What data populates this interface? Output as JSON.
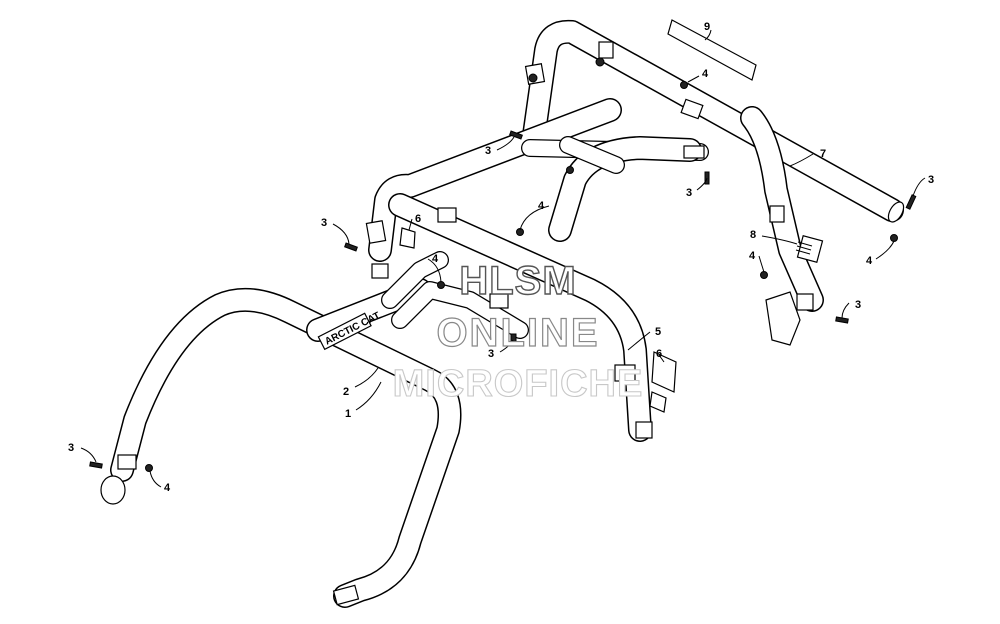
{
  "brand_decal": "ARCTIC CAT",
  "watermark": {
    "line1": "HLSM",
    "line2": "ONLINE",
    "line3": "MICROFICHE"
  },
  "callouts": [
    {
      "id": "c-1",
      "label": "1"
    },
    {
      "id": "c-2",
      "label": "2"
    },
    {
      "id": "c-3a",
      "label": "3"
    },
    {
      "id": "c-3b",
      "label": "3"
    },
    {
      "id": "c-3c",
      "label": "3"
    },
    {
      "id": "c-3d",
      "label": "3"
    },
    {
      "id": "c-3e",
      "label": "3"
    },
    {
      "id": "c-3f",
      "label": "3"
    },
    {
      "id": "c-3g",
      "label": "3"
    },
    {
      "id": "c-4a",
      "label": "4"
    },
    {
      "id": "c-4b",
      "label": "4"
    },
    {
      "id": "c-4c",
      "label": "4"
    },
    {
      "id": "c-4d",
      "label": "4"
    },
    {
      "id": "c-4e",
      "label": "4"
    },
    {
      "id": "c-4f",
      "label": "4"
    },
    {
      "id": "c-5",
      "label": "5"
    },
    {
      "id": "c-6a",
      "label": "6"
    },
    {
      "id": "c-6b",
      "label": "6"
    },
    {
      "id": "c-7",
      "label": "7"
    },
    {
      "id": "c-8",
      "label": "8"
    },
    {
      "id": "c-9",
      "label": "9"
    }
  ]
}
